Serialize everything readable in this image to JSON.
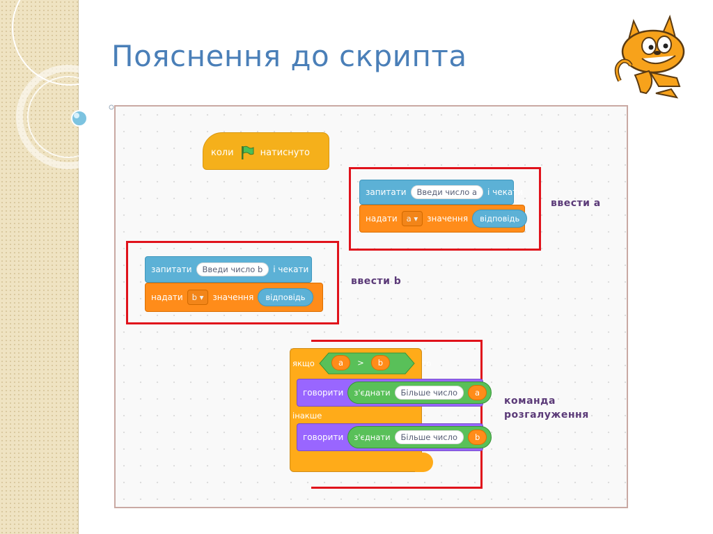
{
  "slide": {
    "title": "Пояснення до скрипта"
  },
  "hat_block": {
    "label_when": "коли",
    "label_clicked": "натиснуто",
    "flag_icon": "green-flag-icon"
  },
  "group_a": {
    "ask_label": "запитати",
    "ask_text": "Введи число a",
    "ask_wait": "і чекати",
    "set_label": "надати",
    "set_var": "a",
    "set_value_label": "значення",
    "answer": "відповідь",
    "note": "ввести а"
  },
  "group_b": {
    "ask_label": "запитати",
    "ask_text": "Введи число b",
    "ask_wait": "і чекати",
    "set_label": "надати",
    "set_var": "b",
    "set_value_label": "значення",
    "answer": "відповідь",
    "note": "ввести b"
  },
  "branch": {
    "if_label": "якщо",
    "left": "a",
    "op": ">",
    "right": "b",
    "then_label": "то",
    "say1_label": "говорити",
    "join1_label": "з'єднати",
    "join1_text": "Більше число",
    "join1_var": "a",
    "else_label": "інакше",
    "say2_label": "говорити",
    "join2_label": "з'єднати",
    "join2_text": "Більше число",
    "join2_var": "b",
    "note_line1": "команда",
    "note_line2": "розгалуження"
  },
  "colors": {
    "control": "#ffab19",
    "sensing": "#5cb1d6",
    "variables": "#ff8c1a",
    "looks": "#9966ff",
    "operators": "#59c059",
    "highlight": "#e0121b"
  }
}
